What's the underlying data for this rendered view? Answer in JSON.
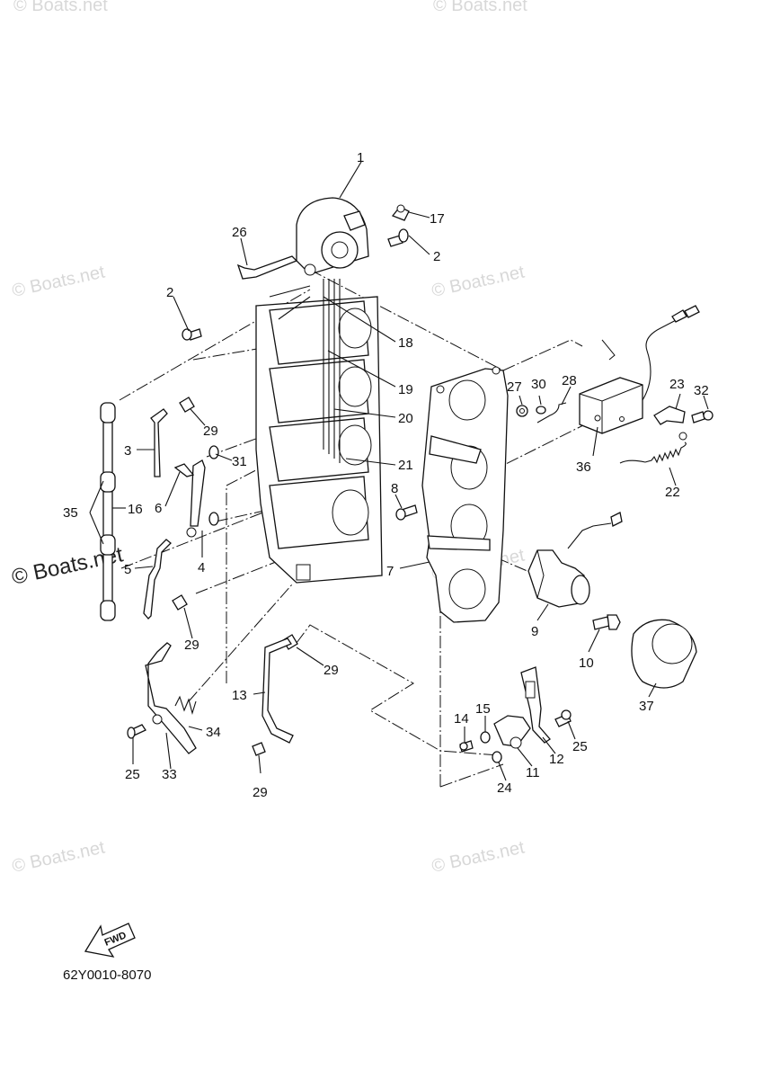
{
  "watermarks": [
    "© Boats.net",
    "© Boats.net",
    "© Boats.net",
    "© Boats.net",
    "© Boats.net",
    "© Boats.net",
    "© Boats.net",
    "© Boats.net"
  ],
  "diagram_code": "62Y0010-8070",
  "fwd_label": "FWD",
  "callouts": {
    "c1": "1",
    "c17": "17",
    "c2a": "2",
    "c26": "26",
    "c2b": "2",
    "c18": "18",
    "c19": "19",
    "c20": "20",
    "c21": "21",
    "c29a": "29",
    "c3": "3",
    "c31": "31",
    "c6": "6",
    "c35": "35",
    "c16": "16",
    "c4": "4",
    "c5": "5",
    "c29b": "29",
    "c8": "8",
    "c7": "7",
    "c27": "27",
    "c30": "30",
    "c28": "28",
    "c23": "23",
    "c32": "32",
    "c36": "36",
    "c22": "22",
    "c9": "9",
    "c10": "10",
    "c37": "37",
    "c29c": "29",
    "c13": "13",
    "c34": "34",
    "c25a": "25",
    "c33": "33",
    "c29d": "29",
    "c14": "14",
    "c15": "15",
    "c11": "11",
    "c12": "12",
    "c25b": "25",
    "c24": "24"
  }
}
